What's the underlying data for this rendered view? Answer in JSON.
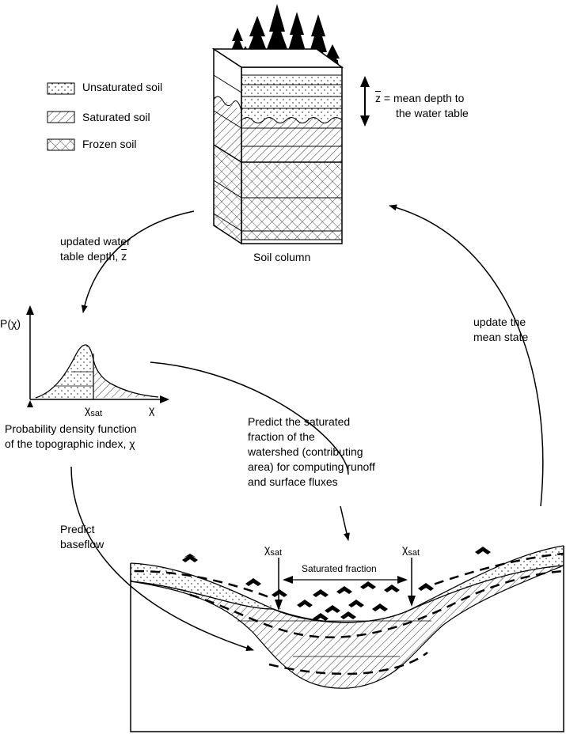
{
  "legend": {
    "items": [
      {
        "label": "Unsaturated soil"
      },
      {
        "label": "Saturated soil"
      },
      {
        "label": "Frozen soil"
      }
    ]
  },
  "soil_column": {
    "label": "Soil column",
    "depth_symbol": "z",
    "depth_text_line1": " = mean depth to",
    "depth_text_line2": "the water table"
  },
  "arrows": {
    "updated_line1": "updated water",
    "updated_line2": "table depth, ",
    "updated_symbol": "z",
    "update_mean_line1": "update the",
    "update_mean_line2": "mean state",
    "predict_base_line1": "Predict",
    "predict_base_line2": "baseflow"
  },
  "pdf": {
    "ylabel": "P(χ)",
    "xlabel": "χ",
    "xsat_main": "χ",
    "xsat_sub": "sat",
    "caption_line1": "Probability density function",
    "caption_line2": "of the topographic index, χ"
  },
  "predict_saturated": {
    "lines": [
      "Predict the saturated",
      "fraction of the",
      "watershed (contributing",
      "area) for computing  runoff",
      "and surface  fluxes"
    ]
  },
  "watershed": {
    "xsat_left_main": "χ",
    "xsat_left_sub": "sat",
    "xsat_right_main": "χ",
    "xsat_right_sub": "sat",
    "saturated_fraction": "Saturated fraction"
  }
}
